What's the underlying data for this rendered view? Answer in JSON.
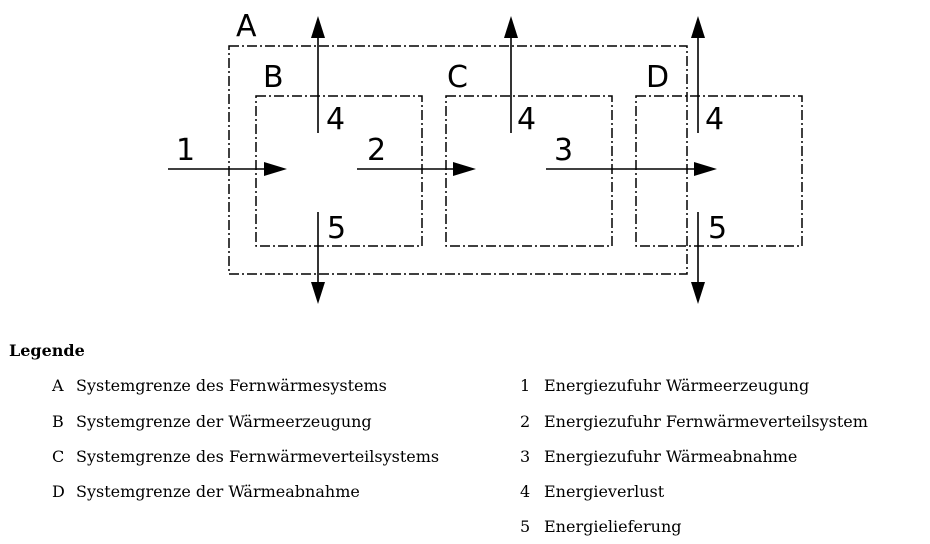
{
  "diagram": {
    "boxes": {
      "A": "A",
      "B": "B",
      "C": "C",
      "D": "D"
    },
    "flows": {
      "in_1": "1",
      "in_2": "2",
      "in_3": "3",
      "loss_B": "4",
      "loss_C": "4",
      "loss_D": "4",
      "delivery_B": "5",
      "delivery_D": "5"
    }
  },
  "legend": {
    "title": "Legende",
    "left": [
      {
        "key": "A",
        "text": "Systemgrenze des Fernwärmesystems"
      },
      {
        "key": "B",
        "text": "Systemgrenze der Wärmeerzeugung"
      },
      {
        "key": "C",
        "text": "Systemgrenze des Fernwärmeverteilsystems"
      },
      {
        "key": "D",
        "text": "Systemgrenze der Wärmeabnahme"
      }
    ],
    "right": [
      {
        "key": "1",
        "text": "Energiezufuhr Wärmeerzeugung"
      },
      {
        "key": "2",
        "text": "Energiezufuhr Fernwärmeverteilsystem"
      },
      {
        "key": "3",
        "text": "Energiezufuhr Wärmeabnahme"
      },
      {
        "key": "4",
        "text": "Energieverlust"
      },
      {
        "key": "5",
        "text": "Energielieferung"
      }
    ]
  }
}
